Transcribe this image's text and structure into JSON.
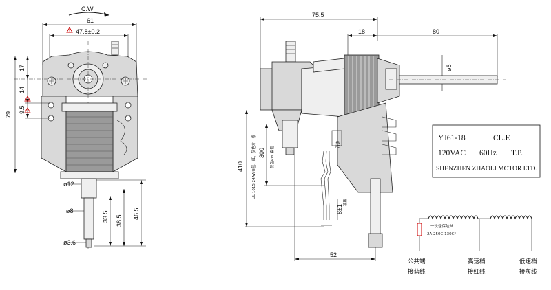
{
  "front_view": {
    "rotation_label": "C.W",
    "width_61": "61",
    "hole_spacing": "47.8±0.2",
    "dim_17": "17",
    "dim_14": "14",
    "dim_9_5": "9.5",
    "dim_79": "79",
    "dia_12": "ø12",
    "dia_8": "ø8",
    "dia_3_6": "ø3.6",
    "dim_33_5": "33.5",
    "dim_38_5": "38.5",
    "dim_46_5": "46.5"
  },
  "side_view": {
    "dim_75_5": "75.5",
    "dim_18": "18",
    "dim_80": "80",
    "dia_6": "ø6",
    "dim_410": "410",
    "dim_300": "300",
    "dim_8_1": "8±1",
    "dim_52": "52",
    "note_ul": "UL 1015 24AWG蓝、红、灰色介一根",
    "note_sleeve": "灰色PVC套管",
    "note_tin": "镀锡",
    "note_tag": "编贴"
  },
  "nameplate": {
    "line1_model": "YJ61-18",
    "line1_class": "CL.E",
    "line2_voltage": "120VAC",
    "line2_freq": "60Hz",
    "line2_tp": "T.P.",
    "line3_maker": "SHENZHEN ZHAOLI MOTOR LTD."
  },
  "wiring": {
    "fuse_label": "一次性保险丝",
    "fuse_rating": "2A  250C 130C°",
    "common_line1": "公共端",
    "common_line2": "接蓝线",
    "high_line1": "高速档",
    "high_line2": "接红线",
    "low_line1": "低速档",
    "low_line2": "接灰线"
  }
}
